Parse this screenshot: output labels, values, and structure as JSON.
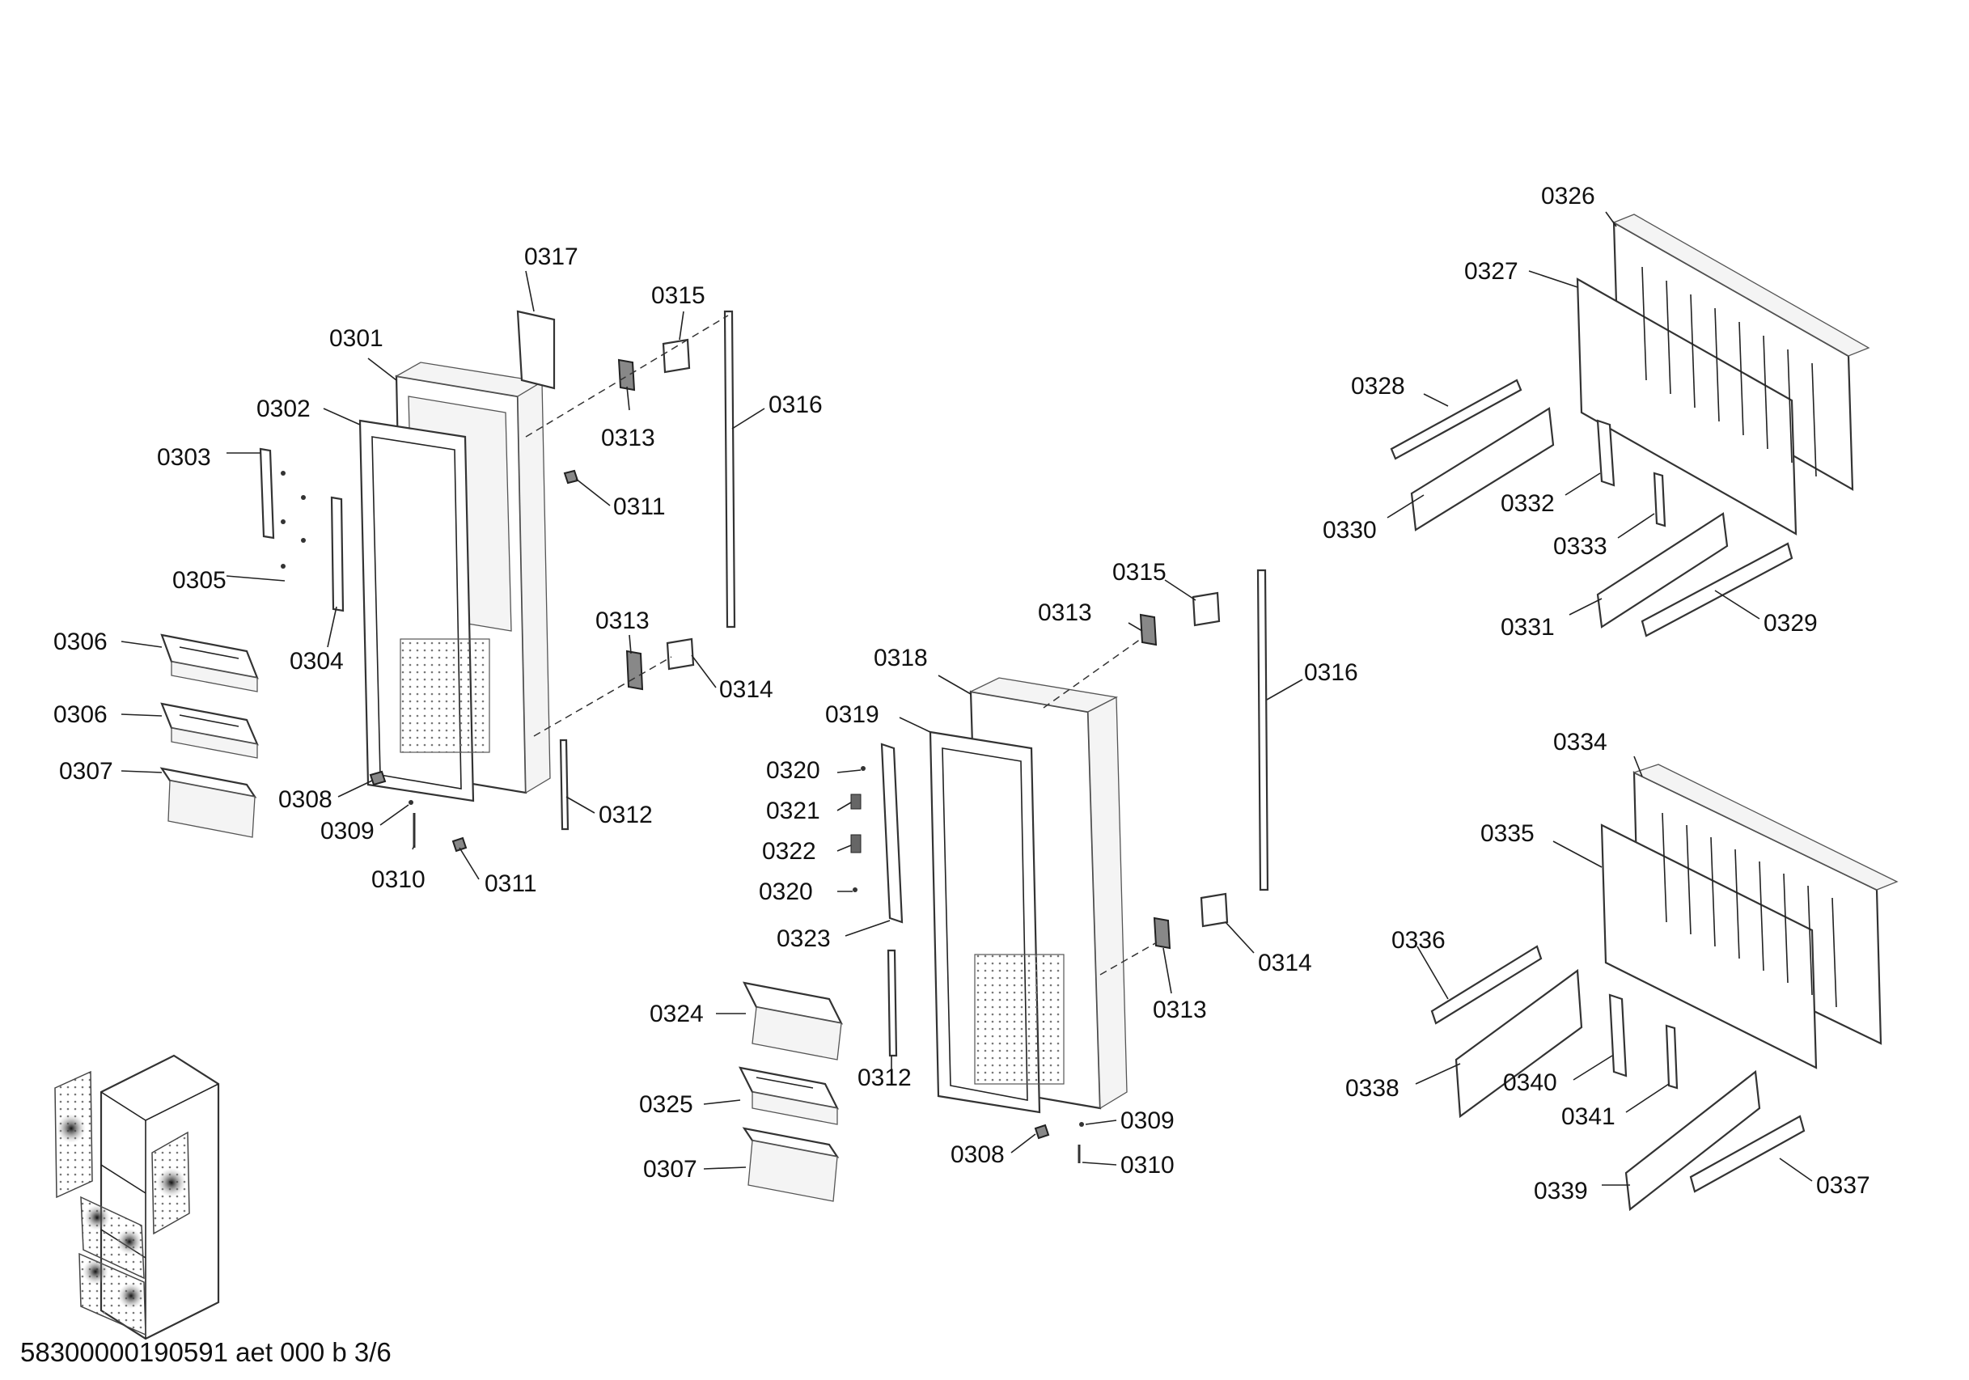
{
  "footer_code": "58300000190591 aet 000 b 3/6",
  "labels": {
    "p0301": "0301",
    "p0302": "0302",
    "p0303": "0303",
    "p0304": "0304",
    "p0305": "0305",
    "p0306a": "0306",
    "p0306b": "0306",
    "p0307a": "0307",
    "p0307b": "0307",
    "p0308a": "0308",
    "p0308b": "0308",
    "p0309a": "0309",
    "p0309b": "0309",
    "p0310a": "0310",
    "p0310b": "0310",
    "p0311a": "0311",
    "p0311b": "0311",
    "p0312a": "0312",
    "p0312b": "0312",
    "p0313a": "0313",
    "p0313b": "0313",
    "p0313c": "0313",
    "p0313d": "0313",
    "p0314a": "0314",
    "p0314b": "0314",
    "p0315a": "0315",
    "p0315b": "0315",
    "p0316a": "0316",
    "p0316b": "0316",
    "p0317": "0317",
    "p0318": "0318",
    "p0319": "0319",
    "p0320a": "0320",
    "p0320b": "0320",
    "p0321": "0321",
    "p0322": "0322",
    "p0323": "0323",
    "p0324": "0324",
    "p0325": "0325",
    "p0326": "0326",
    "p0327": "0327",
    "p0328": "0328",
    "p0329": "0329",
    "p0330": "0330",
    "p0331": "0331",
    "p0332": "0332",
    "p0333": "0333",
    "p0334": "0334",
    "p0335": "0335",
    "p0336": "0336",
    "p0337": "0337",
    "p0338": "0338",
    "p0339": "0339",
    "p0340": "0340",
    "p0341": "0341"
  }
}
